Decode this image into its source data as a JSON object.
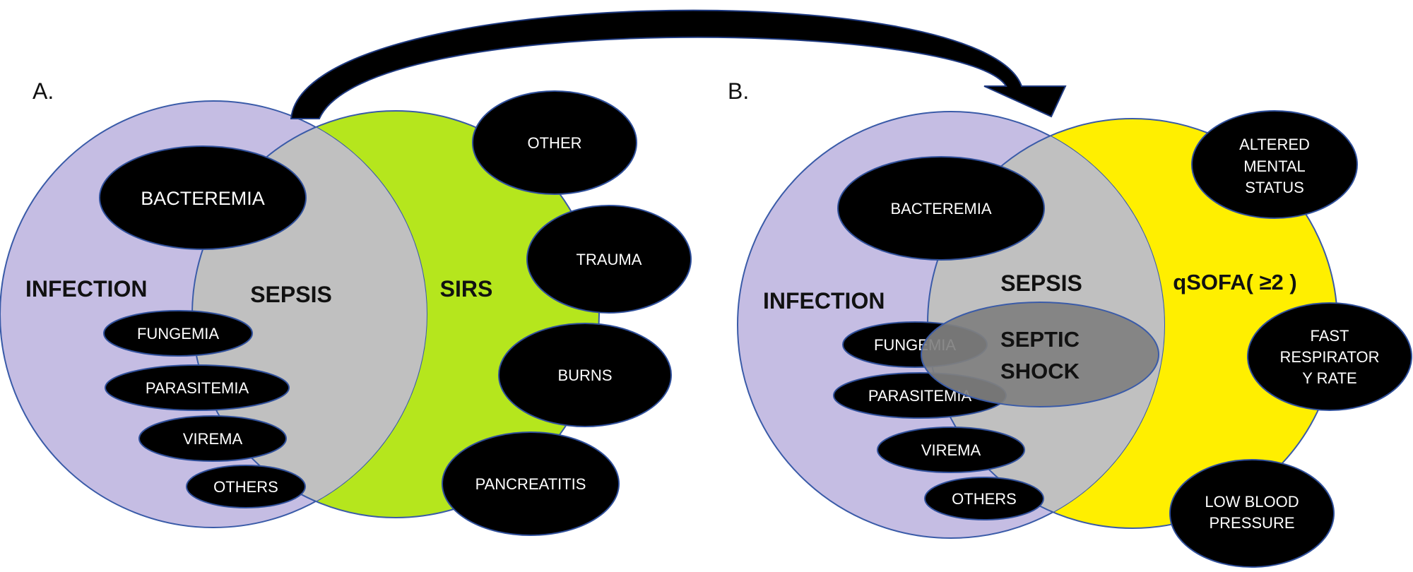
{
  "panel_a": {
    "label": "A.",
    "sets": {
      "infection": "INFECTION",
      "sepsis": "SEPSIS",
      "sirs": "SIRS"
    },
    "infection_types": [
      "BACTEREMIA",
      "FUNGEMIA",
      "PARASITEMIA",
      "VIREMA",
      "OTHERS"
    ],
    "sirs_causes": [
      "OTHER",
      "TRAUMA",
      "BURNS",
      "PANCREATITIS"
    ]
  },
  "panel_b": {
    "label": "B.",
    "sets": {
      "infection": "INFECTION",
      "sepsis": "SEPSIS",
      "qsofa": "qSOFA( ≥2 )",
      "septic_shock_line1": "SEPTIC",
      "septic_shock_line2": "SHOCK"
    },
    "infection_types": [
      "BACTEREMIA",
      "FUNGEMIA",
      "PARASITEMIA",
      "VIREMA",
      "OTHERS"
    ],
    "qsofa_criteria": [
      [
        "ALTERED",
        "MENTAL",
        "STATUS"
      ],
      [
        "FAST",
        "RESPIRATOR",
        "Y RATE"
      ],
      [
        "LOW BLOOD",
        "PRESSURE"
      ]
    ]
  },
  "colors": {
    "infection": "#c5bde3",
    "sepsis": "#c0c0c0",
    "sirs": "#b5e61d",
    "qsofa": "#ffef00",
    "septic_shock": "#808080",
    "pill": "#000000",
    "arrow": "#000000"
  }
}
